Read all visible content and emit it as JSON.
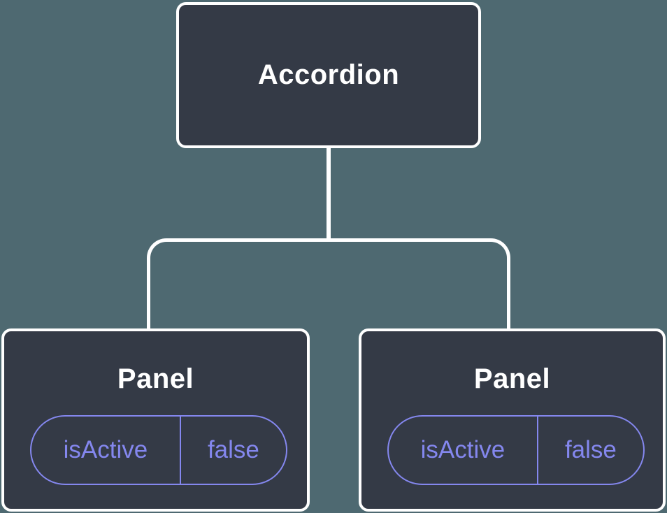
{
  "colors": {
    "background": "#4e6971",
    "node_fill": "#343a46",
    "node_border": "#ffffff",
    "accent": "#8487ee",
    "title_text": "#ffffff"
  },
  "tree": {
    "root": {
      "label": "Accordion"
    },
    "children": [
      {
        "label": "Panel",
        "state": {
          "key": "isActive",
          "value": "false"
        }
      },
      {
        "label": "Panel",
        "state": {
          "key": "isActive",
          "value": "false"
        }
      }
    ]
  }
}
